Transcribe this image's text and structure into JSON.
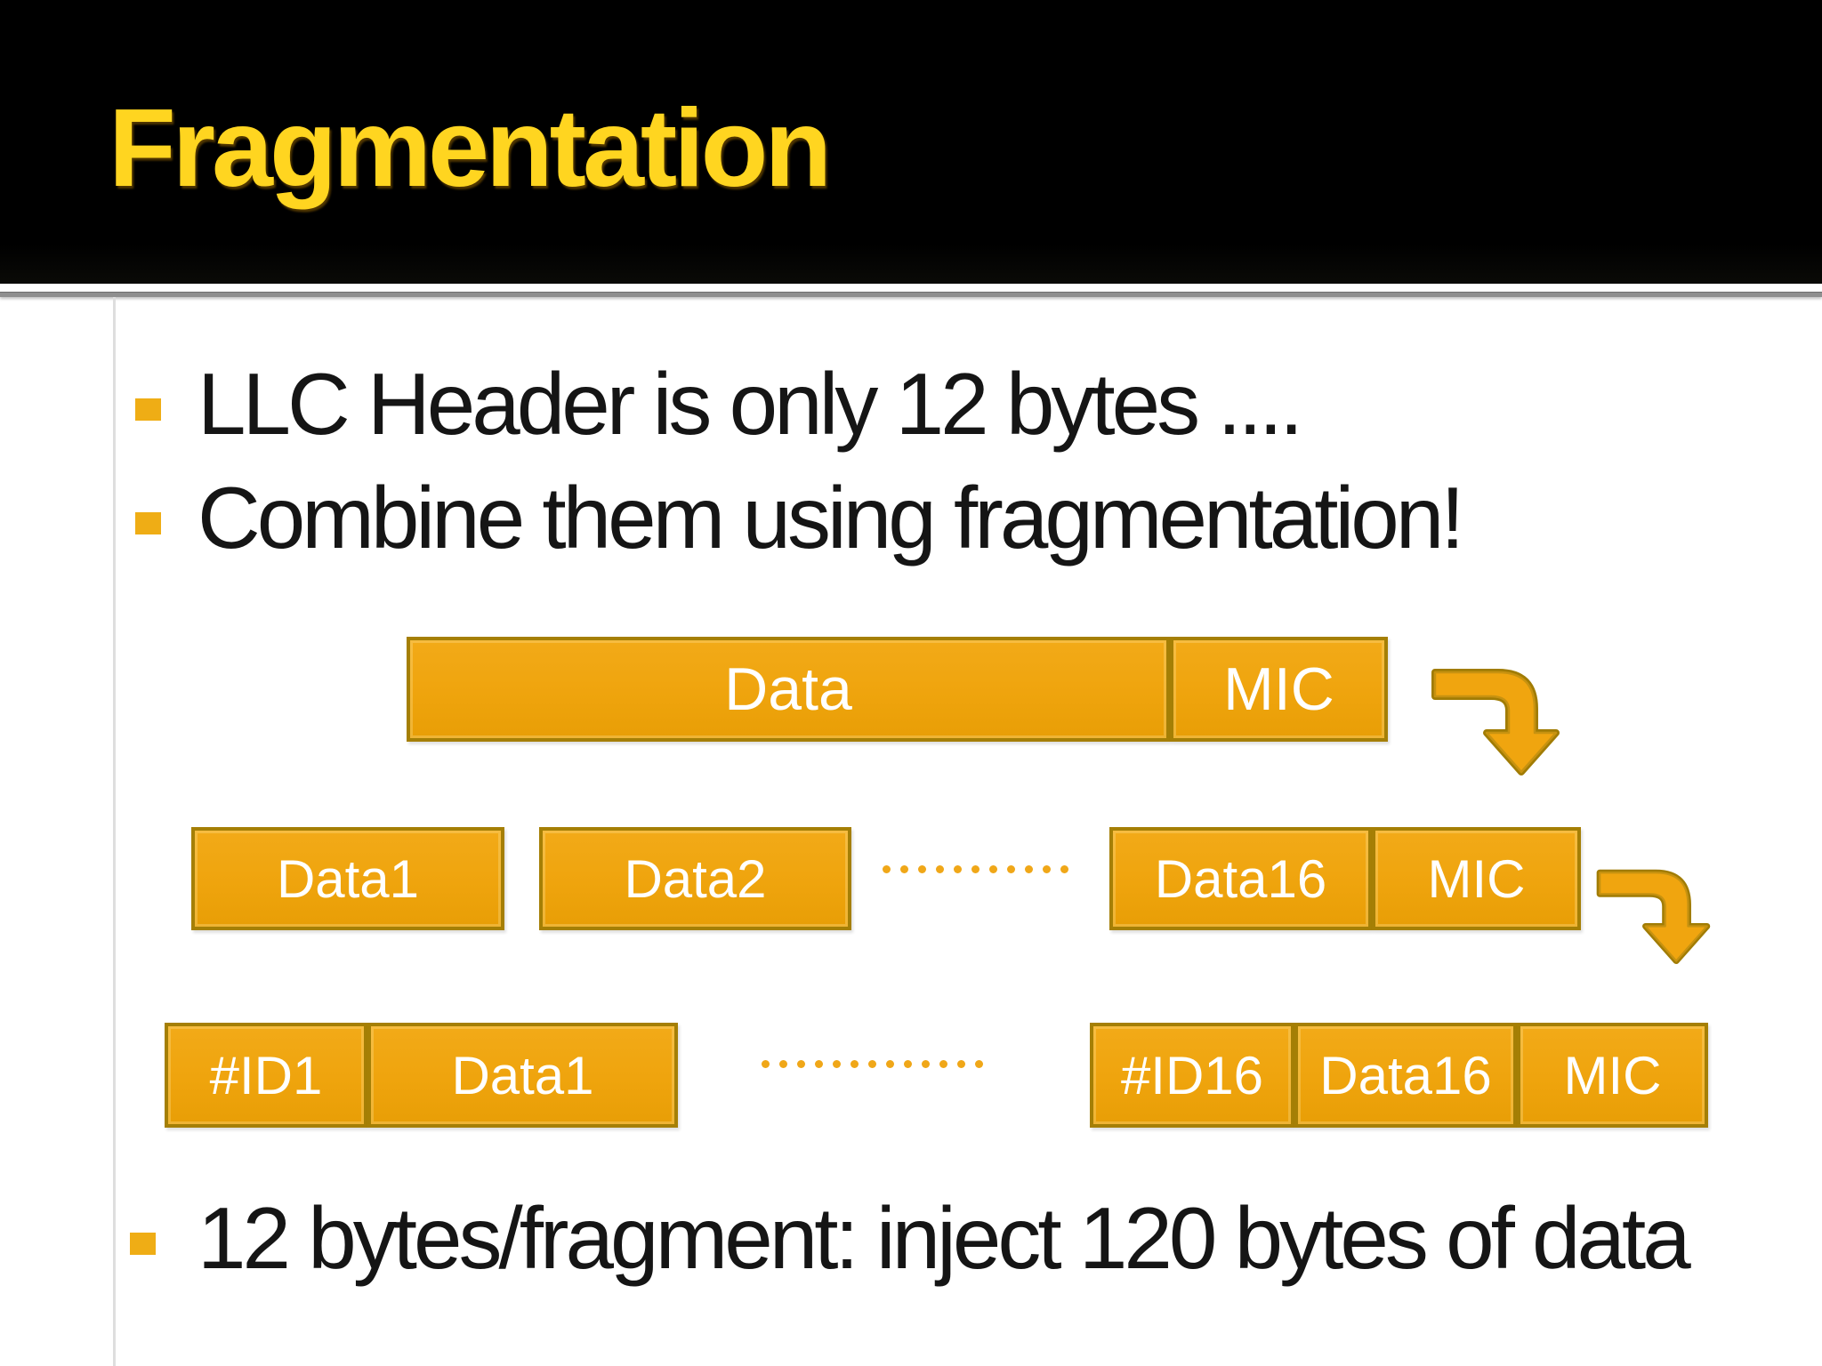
{
  "title": "Fragmentation",
  "bullets": [
    "LLC Header is only 12 bytes ....",
    "Combine them using fragmentation!",
    "12 bytes/fragment: inject 120 bytes of data"
  ],
  "diagram": {
    "row1": [
      "Data",
      "MIC"
    ],
    "row2": [
      "Data1",
      "Data2",
      "Data16",
      "MIC"
    ],
    "row3": [
      "#ID1",
      "Data1",
      "#ID16",
      "Data16",
      "MIC"
    ],
    "row2_dot_count": 11,
    "row3_dot_count": 13,
    "arrow_icon": "elbow-arrow-down"
  },
  "colors": {
    "header_bg": "#000000",
    "title_text": "#FFD520",
    "body_text": "#151515",
    "box_fill": "#EFA40D",
    "box_border": "#A57F05",
    "box_text": "#FFFFFF",
    "bullet_square": "#EFAD15",
    "dot": "#F0A718",
    "header_rule": "#8F8F8F"
  }
}
